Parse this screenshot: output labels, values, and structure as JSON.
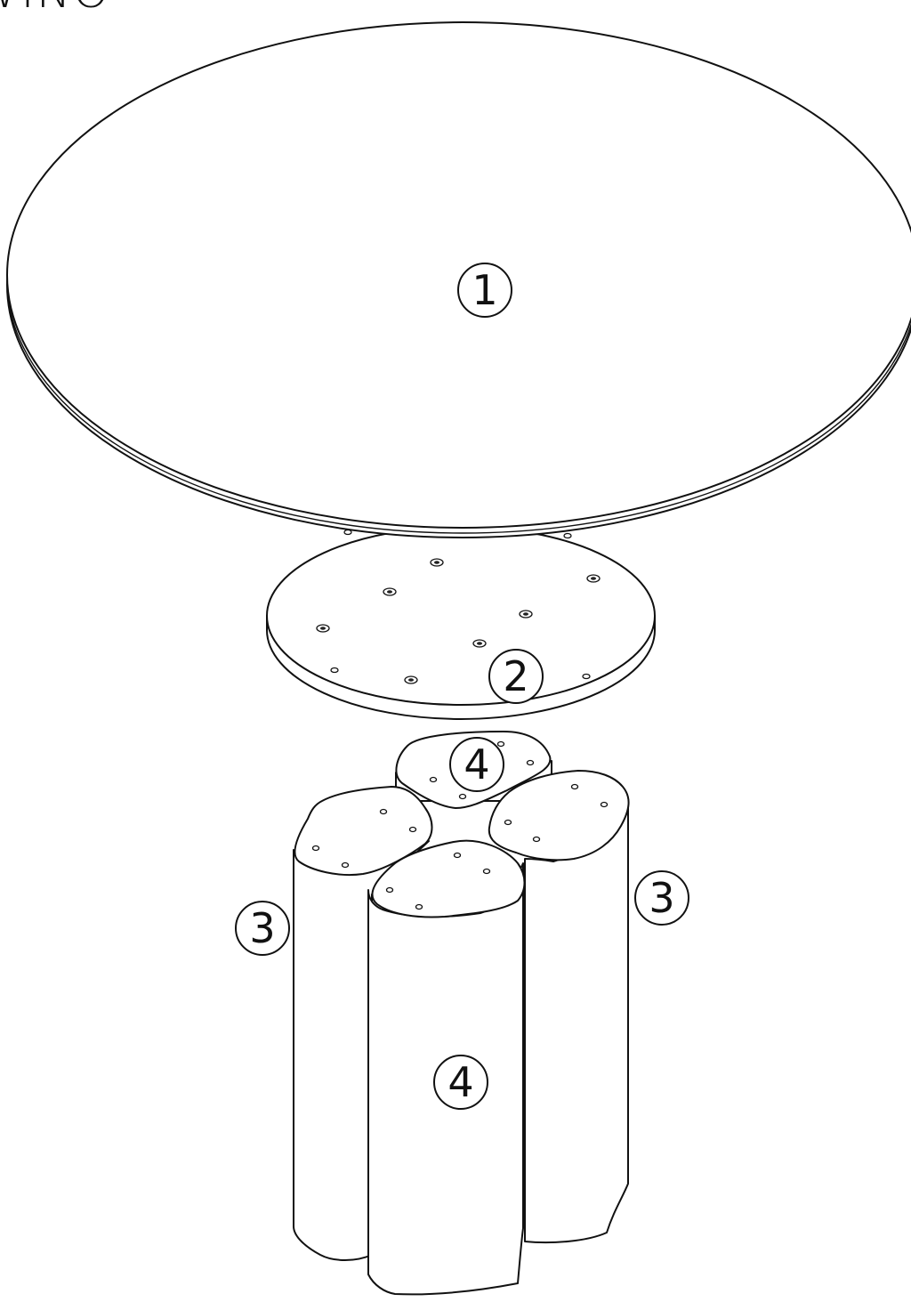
{
  "header": {
    "title": "WINO"
  },
  "parts": [
    {
      "id": "tabletop",
      "callout": "1"
    },
    {
      "id": "mounting-plate",
      "callout": "2"
    },
    {
      "id": "leg-left",
      "callout": "3"
    },
    {
      "id": "leg-right",
      "callout": "3"
    },
    {
      "id": "leg-back",
      "callout": "4"
    },
    {
      "id": "leg-front",
      "callout": "4"
    }
  ]
}
